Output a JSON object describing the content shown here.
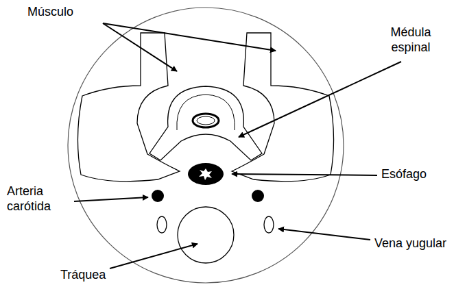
{
  "diagram": {
    "labels": [
      "Músculo",
      "Médula espinal",
      "Arteria carótida",
      "Esófago",
      "Vena yugular",
      "Tráquea"
    ]
  }
}
